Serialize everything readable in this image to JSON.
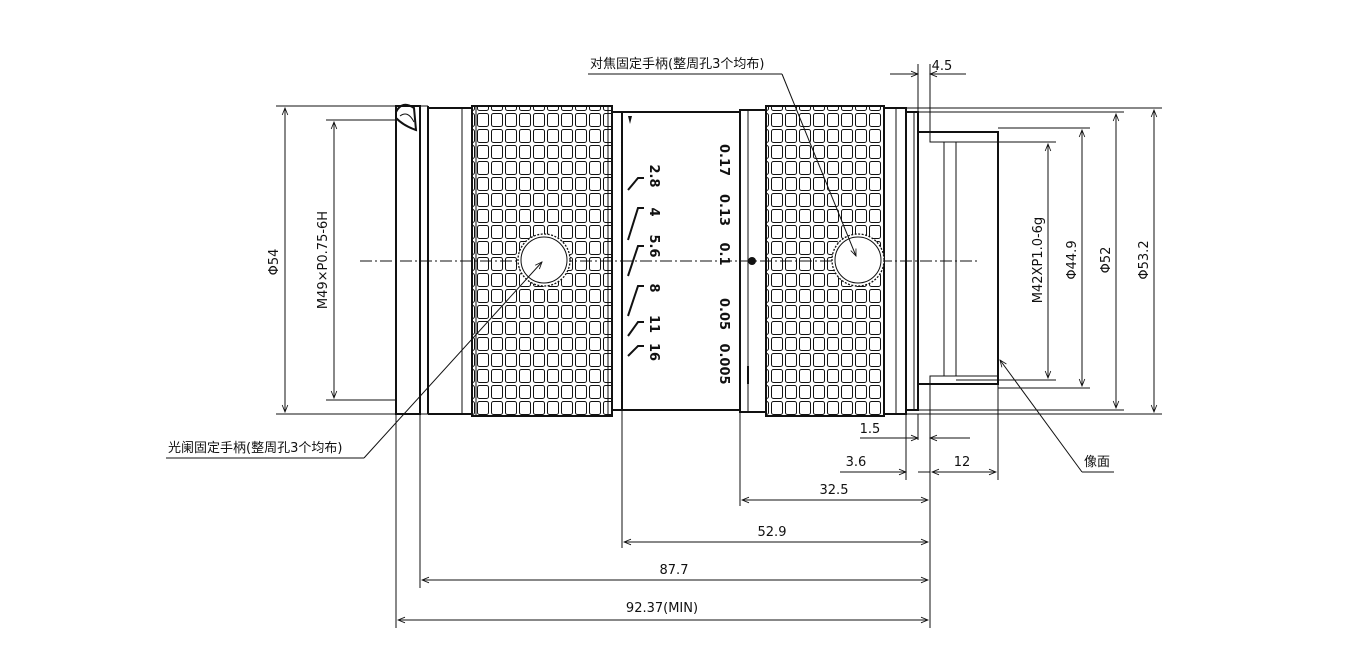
{
  "labels": {
    "focus_handle": "对焦固定手柄(整周孔3个均布)",
    "iris_handle": "光阑固定手柄(整周孔3个均布)",
    "image_plane": "像面"
  },
  "dimensions": {
    "d54": "Φ54",
    "front_thread": "M49×P0.75-6H",
    "rear_thread": "M42XP1.0-6g",
    "d44_9": "Φ44.9",
    "d52": "Φ52",
    "d53_2": "Φ53.2",
    "w4_5": "4.5",
    "w1_5": "1.5",
    "w3_6": "3.6",
    "w12": "12",
    "w32_5": "32.5",
    "w52_9": "52.9",
    "w87_7": "87.7",
    "w92_37": "92.37(MIN)"
  },
  "aperture_scale": [
    "2.8",
    "4",
    "5.6",
    "8",
    "11",
    "16"
  ],
  "focus_scale": [
    "0.17",
    "0.13",
    "0.1",
    "0.05",
    "0.005"
  ]
}
